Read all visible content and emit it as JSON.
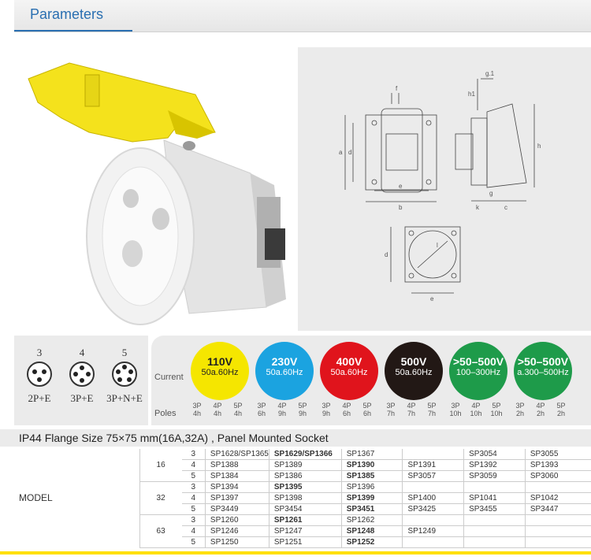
{
  "header": {
    "title": "Parameters"
  },
  "drawing_labels": {
    "a": "a",
    "b": "b",
    "c": "c",
    "d": "d",
    "e": "e",
    "f": "f",
    "g": "g",
    "g1": "g.1",
    "h": "h",
    "h1": "h1",
    "k": "k",
    "l": "l"
  },
  "pins": [
    {
      "num": "3",
      "label": "2P+E"
    },
    {
      "num": "4",
      "label": "3P+E"
    },
    {
      "num": "5",
      "label": "3P+N+E"
    }
  ],
  "voltage": {
    "current_label": "Current",
    "poles_label": "Poles",
    "items": [
      {
        "v": "110V",
        "hz": "50a.60Hz",
        "color": "#f5e600",
        "text_color": "#222",
        "poles": [
          "3P",
          "4P",
          "5P"
        ],
        "vals": [
          "4h",
          "4h",
          "4h"
        ]
      },
      {
        "v": "230V",
        "hz": "50a.60Hz",
        "color": "#1ba3e0",
        "text_color": "#fff",
        "poles": [
          "3P",
          "4P",
          "5P"
        ],
        "vals": [
          "6h",
          "9h",
          "9h"
        ]
      },
      {
        "v": "400V",
        "hz": "50a.60Hz",
        "color": "#e0141c",
        "text_color": "#fff",
        "poles": [
          "3P",
          "4P",
          "5P"
        ],
        "vals": [
          "9h",
          "6h",
          "6h"
        ]
      },
      {
        "v": "500V",
        "hz": "50a.60Hz",
        "color": "#221815",
        "text_color": "#fff",
        "poles": [
          "3P",
          "4P",
          "5P"
        ],
        "vals": [
          "7h",
          "7h",
          "7h"
        ]
      },
      {
        "v": ">50–500V",
        "hz": "100–300Hz",
        "color": "#1e9b4a",
        "text_color": "#fff",
        "poles": [
          "3P",
          "4P",
          "5P"
        ],
        "vals": [
          "10h",
          "10h",
          "10h"
        ]
      },
      {
        "v": ">50–500V",
        "hz": "a.300–500Hz",
        "color": "#1e9b4a",
        "text_color": "#fff",
        "poles": [
          "3P",
          "4P",
          "5P"
        ],
        "vals": [
          "2h",
          "2h",
          "2h"
        ]
      }
    ]
  },
  "spec": {
    "title": "IP44 Flange Size   75×75 mm(16A,32A) , Panel Mounted Socket"
  },
  "table": {
    "model_label": "MODEL",
    "groups": [
      {
        "amp": "16",
        "rows": [
          {
            "pole": "3",
            "cells": [
              "SP1628/SP1365",
              "SP1629/SP1366",
              "SP1367",
              "",
              "SP3054",
              "SP3055"
            ],
            "bold": [
              1
            ]
          },
          {
            "pole": "4",
            "cells": [
              "SP1388",
              "SP1389",
              "SP1390",
              "SP1391",
              "SP1392",
              "SP1393"
            ],
            "bold": [
              2
            ]
          },
          {
            "pole": "5",
            "cells": [
              "SP1384",
              "SP1386",
              "SP1385",
              "SP3057",
              "SP3059",
              "SP3060"
            ],
            "bold": [
              2
            ]
          }
        ]
      },
      {
        "amp": "32",
        "rows": [
          {
            "pole": "3",
            "cells": [
              "SP1394",
              "SP1395",
              "SP1396",
              "",
              "",
              ""
            ],
            "bold": [
              1
            ]
          },
          {
            "pole": "4",
            "cells": [
              "SP1397",
              "SP1398",
              "SP1399",
              "SP1400",
              "SP1041",
              "SP1042"
            ],
            "bold": [
              2
            ]
          },
          {
            "pole": "5",
            "cells": [
              "SP3449",
              "SP3454",
              "SP3451",
              "SP3425",
              "SP3455",
              "SP3447"
            ],
            "bold": [
              2
            ]
          }
        ]
      },
      {
        "amp": "63",
        "rows": [
          {
            "pole": "3",
            "cells": [
              "SP1260",
              "SP1261",
              "SP1262",
              "",
              "",
              ""
            ],
            "bold": [
              1
            ]
          },
          {
            "pole": "4",
            "cells": [
              "SP1246",
              "SP1247",
              "SP1248",
              "SP1249",
              "",
              ""
            ],
            "bold": [
              2
            ]
          },
          {
            "pole": "5",
            "cells": [
              "SP1250",
              "SP1251",
              "SP1252",
              "",
              "",
              ""
            ],
            "bold": [
              2
            ]
          }
        ]
      }
    ]
  }
}
